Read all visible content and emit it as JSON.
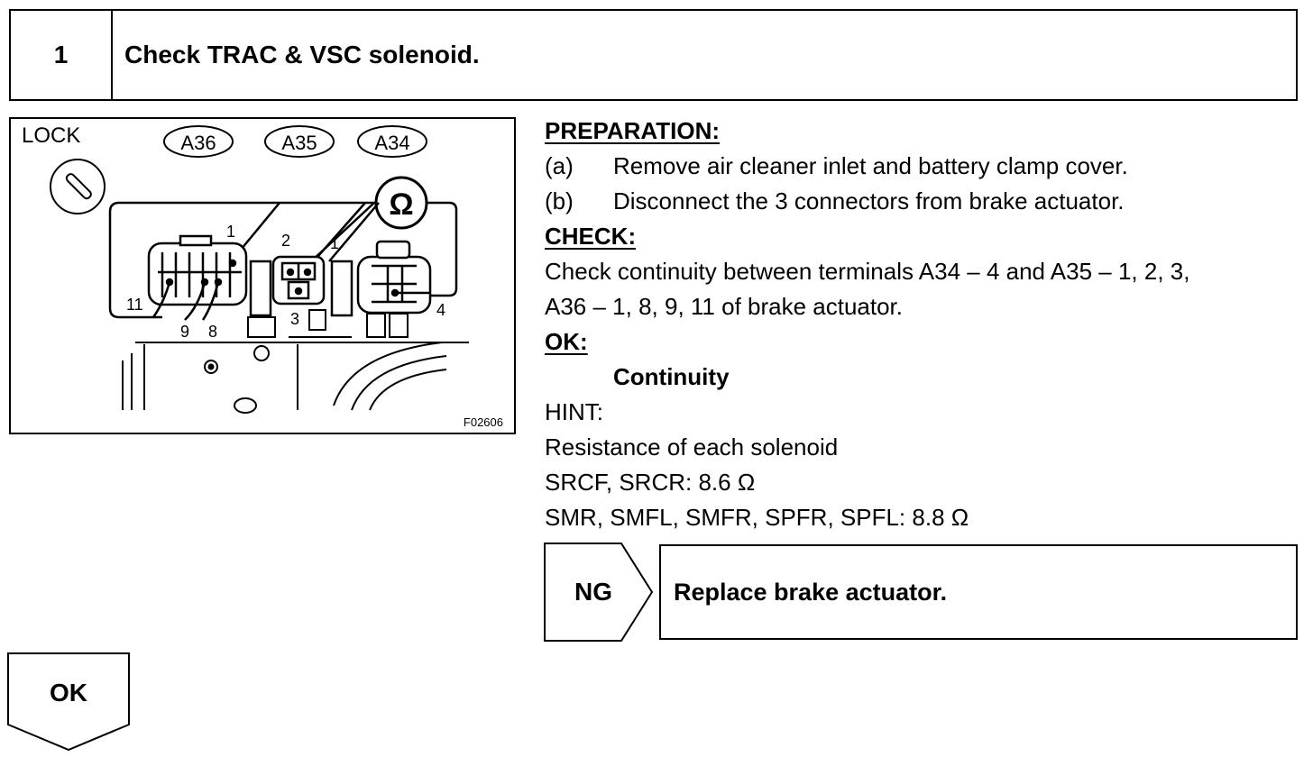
{
  "step": {
    "number": "1",
    "title": "Check TRAC & VSC solenoid."
  },
  "diagram": {
    "lock_label": "LOCK",
    "connectors": [
      "A36",
      "A35",
      "A34"
    ],
    "ohm_symbol": "Ω",
    "pins": {
      "a36_1": "1",
      "a35_2": "2",
      "a35_1": "1",
      "a36_11": "11",
      "a36_9": "9",
      "a36_8": "8",
      "a35_3": "3",
      "a34_4": "4"
    },
    "figure_code": "F02606"
  },
  "preparation": {
    "heading": "PREPARATION:",
    "items": [
      {
        "label": "(a)",
        "text": "Remove air cleaner inlet and battery clamp cover."
      },
      {
        "label": "(b)",
        "text": "Disconnect the 3 connectors from brake actuator."
      }
    ]
  },
  "check": {
    "heading": "CHECK:",
    "lines": [
      "Check continuity between terminals A34 – 4 and A35 – 1, 2, 3,",
      "A36 – 1, 8, 9, 11 of brake actuator."
    ]
  },
  "ok_section": {
    "heading": "OK:",
    "value": "Continuity"
  },
  "hint": {
    "heading": "HINT:",
    "lines": [
      "Resistance of each solenoid",
      "SRCF, SRCR: 8.6 Ω",
      "SMR, SMFL, SMFR, SPFR, SPFL: 8.8 Ω"
    ]
  },
  "ng": {
    "label": "NG",
    "action": "Replace brake actuator."
  },
  "ok_flow": {
    "label": "OK"
  }
}
